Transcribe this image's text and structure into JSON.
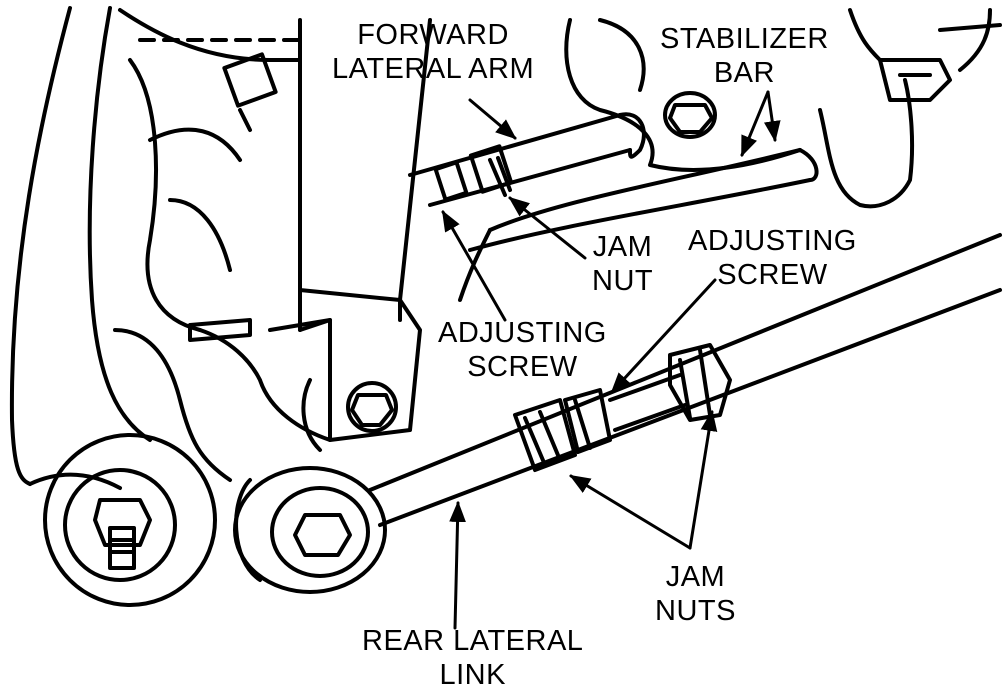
{
  "diagram": {
    "ink_color": "#000000",
    "background_color": "#ffffff",
    "callouts": {
      "forward_lateral_arm": {
        "line1": "FORWARD",
        "line2": "LATERAL ARM"
      },
      "stabilizer_bar": {
        "line1": "STABILIZER",
        "line2": "BAR"
      },
      "jam_nut": {
        "line1": "JAM",
        "line2": "NUT"
      },
      "adjusting_screw_upper": {
        "line1": "ADJUSTING",
        "line2": "SCREW"
      },
      "adjusting_screw_lower": {
        "line1": "ADJUSTING",
        "line2": "SCREW"
      },
      "jam_nuts": {
        "line1": "JAM",
        "line2": "NUTS"
      },
      "rear_lateral_link": {
        "line1": "REAR LATERAL",
        "line2": "LINK"
      }
    }
  }
}
